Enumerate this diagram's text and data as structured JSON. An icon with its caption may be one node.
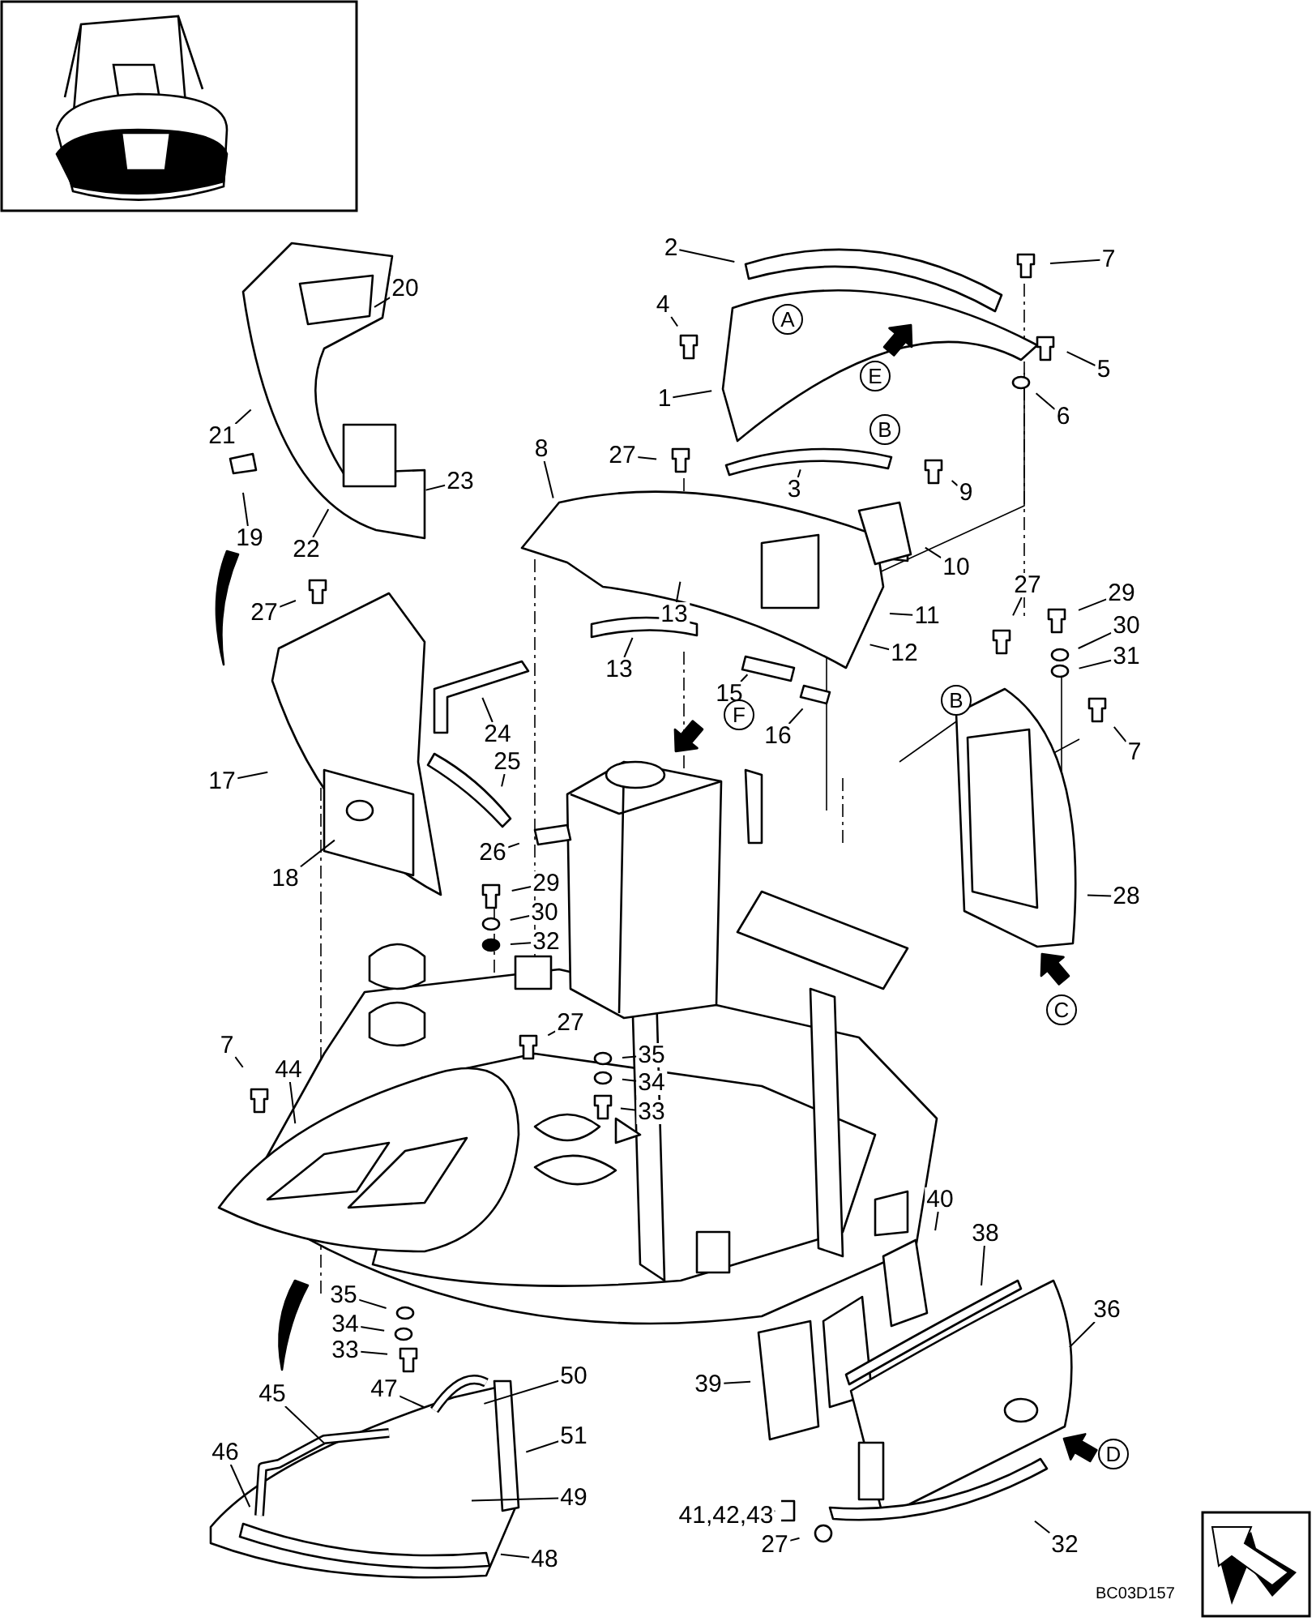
{
  "diagram": {
    "nodes": [
      {
        "text": [
          "2"
        ]
      },
      {
        "text": [
          "7"
        ]
      },
      {
        "text": [
          "4"
        ]
      },
      {
        "text": [
          "A"
        ]
      },
      {
        "text": [
          "1"
        ]
      },
      {
        "text": [
          "5"
        ]
      },
      {
        "text": [
          "E"
        ]
      },
      {
        "text": [
          "6"
        ]
      },
      {
        "text": [
          "B"
        ]
      },
      {
        "text": [
          "20"
        ]
      },
      {
        "text": [
          "21"
        ]
      },
      {
        "text": [
          "23"
        ]
      },
      {
        "text": [
          "19"
        ]
      },
      {
        "text": [
          "22"
        ]
      },
      {
        "text": [
          "27"
        ]
      },
      {
        "text": [
          "8"
        ]
      },
      {
        "text": [
          "3"
        ]
      },
      {
        "text": [
          "9"
        ]
      },
      {
        "text": [
          "10"
        ]
      },
      {
        "text": [
          "27"
        ]
      },
      {
        "text": [
          "13"
        ]
      },
      {
        "text": [
          "13"
        ]
      },
      {
        "text": [
          "11"
        ]
      },
      {
        "text": [
          "12"
        ]
      },
      {
        "text": [
          "27"
        ]
      },
      {
        "text": [
          "29"
        ]
      },
      {
        "text": [
          "30"
        ]
      },
      {
        "text": [
          "31"
        ]
      },
      {
        "text": [
          "15"
        ]
      },
      {
        "text": [
          "16"
        ]
      },
      {
        "text": [
          "B"
        ]
      },
      {
        "text": [
          "F"
        ]
      },
      {
        "text": [
          "7"
        ]
      },
      {
        "text": [
          "17"
        ]
      },
      {
        "text": [
          "24"
        ]
      },
      {
        "text": [
          "25"
        ]
      },
      {
        "text": [
          "18"
        ]
      },
      {
        "text": [
          "26"
        ]
      },
      {
        "text": [
          "29"
        ]
      },
      {
        "text": [
          "30"
        ]
      },
      {
        "text": [
          "32"
        ]
      },
      {
        "text": [
          "28"
        ]
      },
      {
        "text": [
          "C"
        ]
      },
      {
        "text": [
          "27"
        ]
      },
      {
        "text": [
          "35"
        ]
      },
      {
        "text": [
          "34"
        ]
      },
      {
        "text": [
          "33"
        ]
      },
      {
        "text": [
          "7"
        ]
      },
      {
        "text": [
          "44"
        ]
      },
      {
        "text": [
          "40"
        ]
      },
      {
        "text": [
          "38"
        ]
      },
      {
        "text": [
          "36"
        ]
      },
      {
        "text": [
          "35"
        ]
      },
      {
        "text": [
          "34"
        ]
      },
      {
        "text": [
          "33"
        ]
      },
      {
        "text": [
          "47"
        ]
      },
      {
        "text": [
          "45"
        ]
      },
      {
        "text": [
          "50"
        ]
      },
      {
        "text": [
          "46"
        ]
      },
      {
        "text": [
          "51"
        ]
      },
      {
        "text": [
          "39"
        ]
      },
      {
        "text": [
          "49"
        ]
      },
      {
        "text": [
          "D"
        ]
      },
      {
        "text": [
          "41,42,43"
        ]
      },
      {
        "text": [
          "27"
        ]
      },
      {
        "text": [
          "32"
        ]
      },
      {
        "text": [
          "48"
        ]
      }
    ],
    "edges": [
      {
        "from": 0,
        "to": null,
        "arrow": "none"
      },
      {
        "from": 1,
        "to": null,
        "arrow": "none"
      },
      {
        "from": 2,
        "to": null,
        "arrow": "none"
      },
      {
        "from": 4,
        "to": null,
        "arrow": "none"
      },
      {
        "from": 5,
        "to": null,
        "arrow": "none"
      },
      {
        "from": 7,
        "to": null,
        "arrow": "none"
      },
      {
        "from": 9,
        "to": null,
        "arrow": "none"
      },
      {
        "from": 10,
        "to": null,
        "arrow": "none"
      },
      {
        "from": 11,
        "to": null,
        "arrow": "none"
      },
      {
        "from": 12,
        "to": null,
        "arrow": "none"
      },
      {
        "from": 13,
        "to": null,
        "arrow": "none"
      },
      {
        "from": 14,
        "to": null,
        "arrow": "none"
      },
      {
        "from": 15,
        "to": null,
        "arrow": "none"
      },
      {
        "from": 16,
        "to": null,
        "arrow": "none"
      },
      {
        "from": 17,
        "to": null,
        "arrow": "none"
      },
      {
        "from": 18,
        "to": null,
        "arrow": "none"
      },
      {
        "from": 19,
        "to": null,
        "arrow": "none"
      },
      {
        "from": 20,
        "to": null,
        "arrow": "none"
      },
      {
        "from": 21,
        "to": null,
        "arrow": "none"
      },
      {
        "from": 22,
        "to": null,
        "arrow": "none"
      },
      {
        "from": 23,
        "to": null,
        "arrow": "none"
      },
      {
        "from": 24,
        "to": null,
        "arrow": "none"
      },
      {
        "from": 25,
        "to": null,
        "arrow": "none"
      },
      {
        "from": 26,
        "to": null,
        "arrow": "none"
      },
      {
        "from": 27,
        "to": null,
        "arrow": "none"
      },
      {
        "from": 28,
        "to": null,
        "arrow": "none"
      },
      {
        "from": 29,
        "to": null,
        "arrow": "none"
      },
      {
        "from": 32,
        "to": null,
        "arrow": "none"
      },
      {
        "from": 33,
        "to": null,
        "arrow": "none"
      },
      {
        "from": 34,
        "to": null,
        "arrow": "none"
      },
      {
        "from": 35,
        "to": null,
        "arrow": "none"
      },
      {
        "from": 36,
        "to": null,
        "arrow": "none"
      },
      {
        "from": 37,
        "to": null,
        "arrow": "none"
      },
      {
        "from": 38,
        "to": null,
        "arrow": "none"
      },
      {
        "from": 39,
        "to": null,
        "arrow": "none"
      },
      {
        "from": 40,
        "to": null,
        "arrow": "none"
      },
      {
        "from": 41,
        "to": null,
        "arrow": "none"
      },
      {
        "from": 43,
        "to": null,
        "arrow": "none"
      },
      {
        "from": 44,
        "to": null,
        "arrow": "none"
      },
      {
        "from": 45,
        "to": null,
        "arrow": "none"
      },
      {
        "from": 46,
        "to": null,
        "arrow": "none"
      },
      {
        "from": 47,
        "to": null,
        "arrow": "none"
      },
      {
        "from": 48,
        "to": null,
        "arrow": "none"
      },
      {
        "from": 49,
        "to": null,
        "arrow": "none"
      },
      {
        "from": 50,
        "to": null,
        "arrow": "none"
      },
      {
        "from": 51,
        "to": null,
        "arrow": "none"
      },
      {
        "from": 52,
        "to": null,
        "arrow": "none"
      },
      {
        "from": 53,
        "to": null,
        "arrow": "none"
      },
      {
        "from": 54,
        "to": null,
        "arrow": "none"
      },
      {
        "from": 55,
        "to": null,
        "arrow": "none"
      },
      {
        "from": 56,
        "to": null,
        "arrow": "none"
      },
      {
        "from": 57,
        "to": null,
        "arrow": "none"
      },
      {
        "from": 58,
        "to": null,
        "arrow": "none"
      },
      {
        "from": 59,
        "to": null,
        "arrow": "none"
      },
      {
        "from": 60,
        "to": null,
        "arrow": "none"
      },
      {
        "from": 61,
        "to": null,
        "arrow": "none"
      },
      {
        "from": 63,
        "to": null,
        "arrow": "none"
      },
      {
        "from": 64,
        "to": null,
        "arrow": "none"
      },
      {
        "from": 65,
        "to": null,
        "arrow": "none"
      },
      {
        "from": 66,
        "to": null,
        "arrow": "none"
      }
    ],
    "labels": [
      "BC03D157"
    ]
  }
}
